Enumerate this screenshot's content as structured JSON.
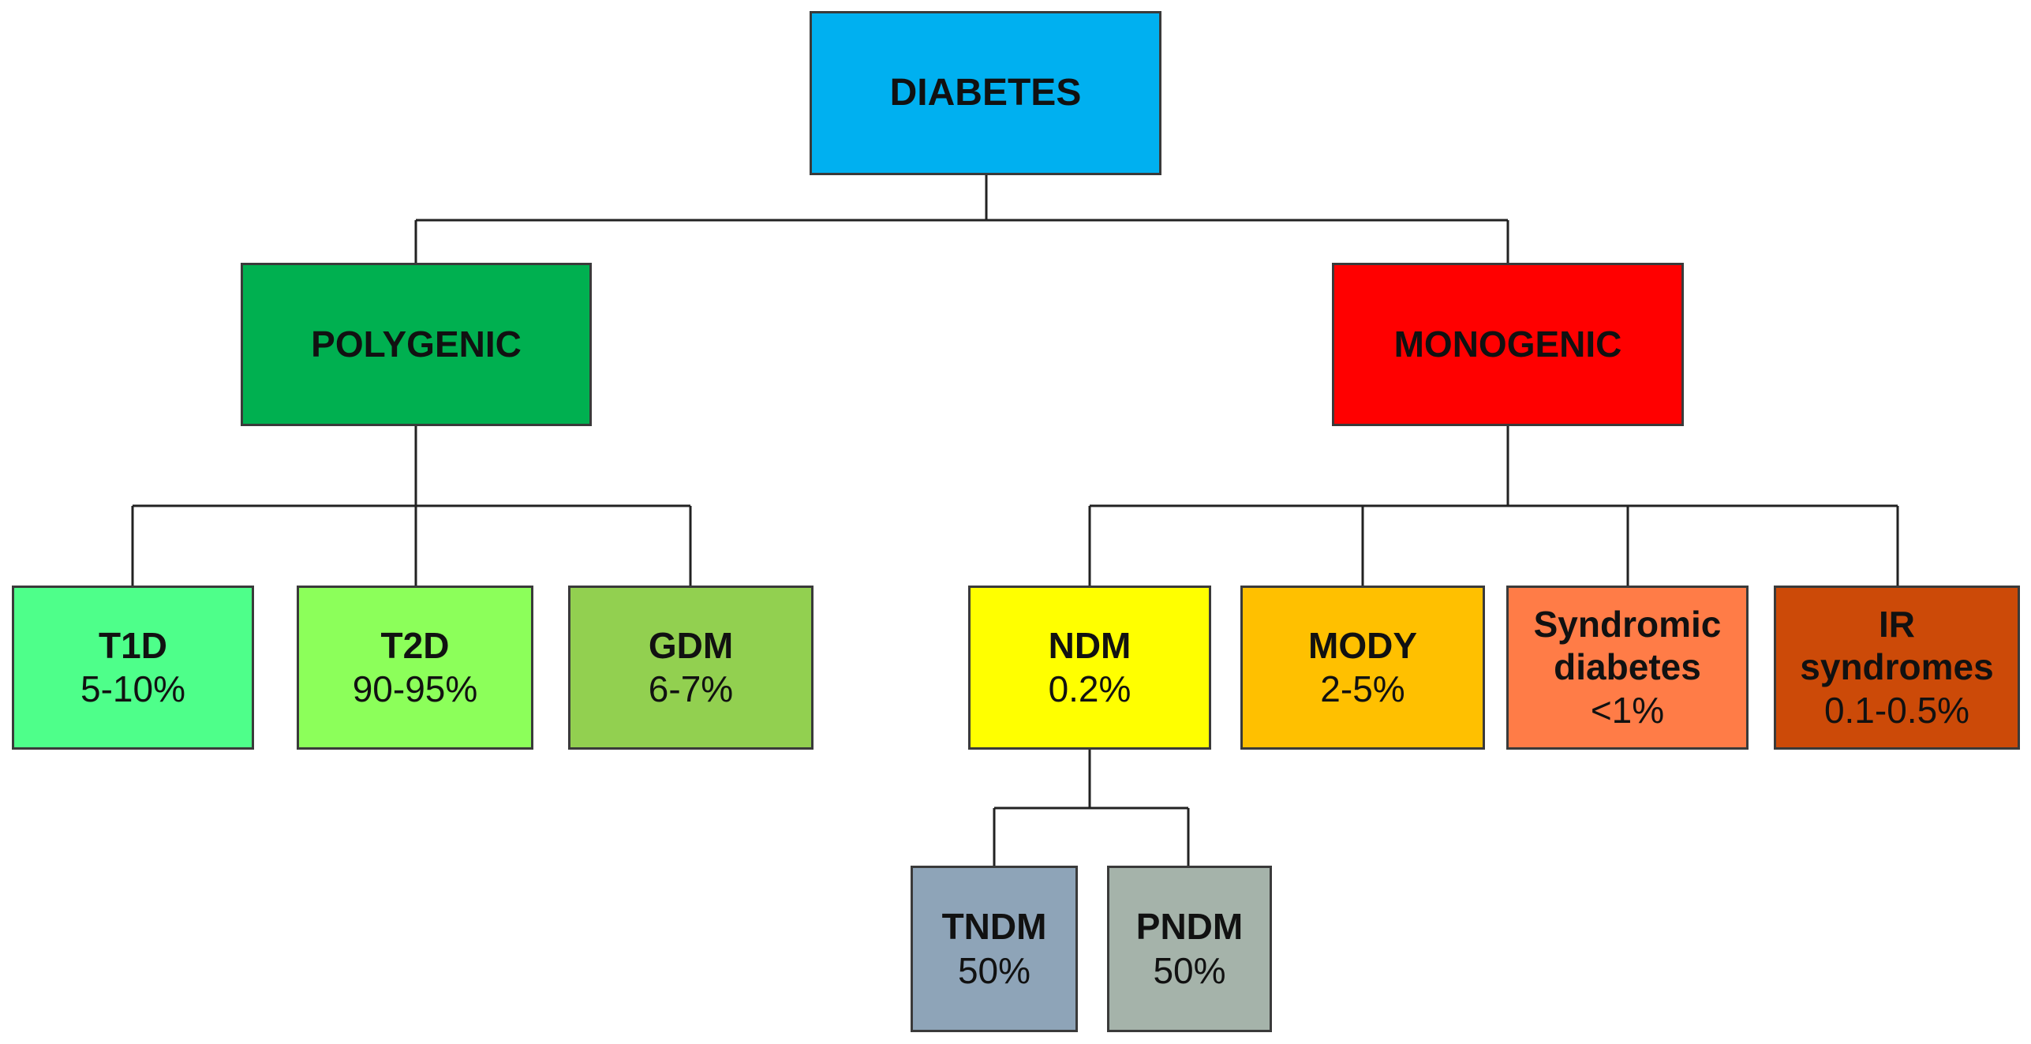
{
  "nodes": {
    "diabetes": {
      "title": "DIABETES",
      "color": "#00B0F0"
    },
    "polygenic": {
      "title": "POLYGENIC",
      "color": "#00B050"
    },
    "monogenic": {
      "title": "MONOGENIC",
      "color": "#FF0000"
    },
    "t1d": {
      "title": "T1D",
      "value": "5-10%",
      "color": "#4EFF8A"
    },
    "t2d": {
      "title": "T2D",
      "value": "90-95%",
      "color": "#8CFF5A"
    },
    "gdm": {
      "title": "GDM",
      "value": "6-7%",
      "color": "#92D050"
    },
    "ndm": {
      "title": "NDM",
      "value": "0.2%",
      "color": "#FFFF00"
    },
    "mody": {
      "title": "MODY",
      "value": "2-5%",
      "color": "#FFC000"
    },
    "syndromic": {
      "title_line1": "Syndromic",
      "title_line2": "diabetes",
      "value": "<1%",
      "color": "#FF7C47"
    },
    "ir": {
      "title_line1": "IR",
      "title_line2": "syndromes",
      "value": "0.1-0.5%",
      "color": "#CC4A08"
    },
    "tndm": {
      "title": "TNDM",
      "value": "50%",
      "color": "#8EA4B8"
    },
    "pndm": {
      "title": "PNDM",
      "value": "50%",
      "color": "#A5B3AA"
    }
  }
}
